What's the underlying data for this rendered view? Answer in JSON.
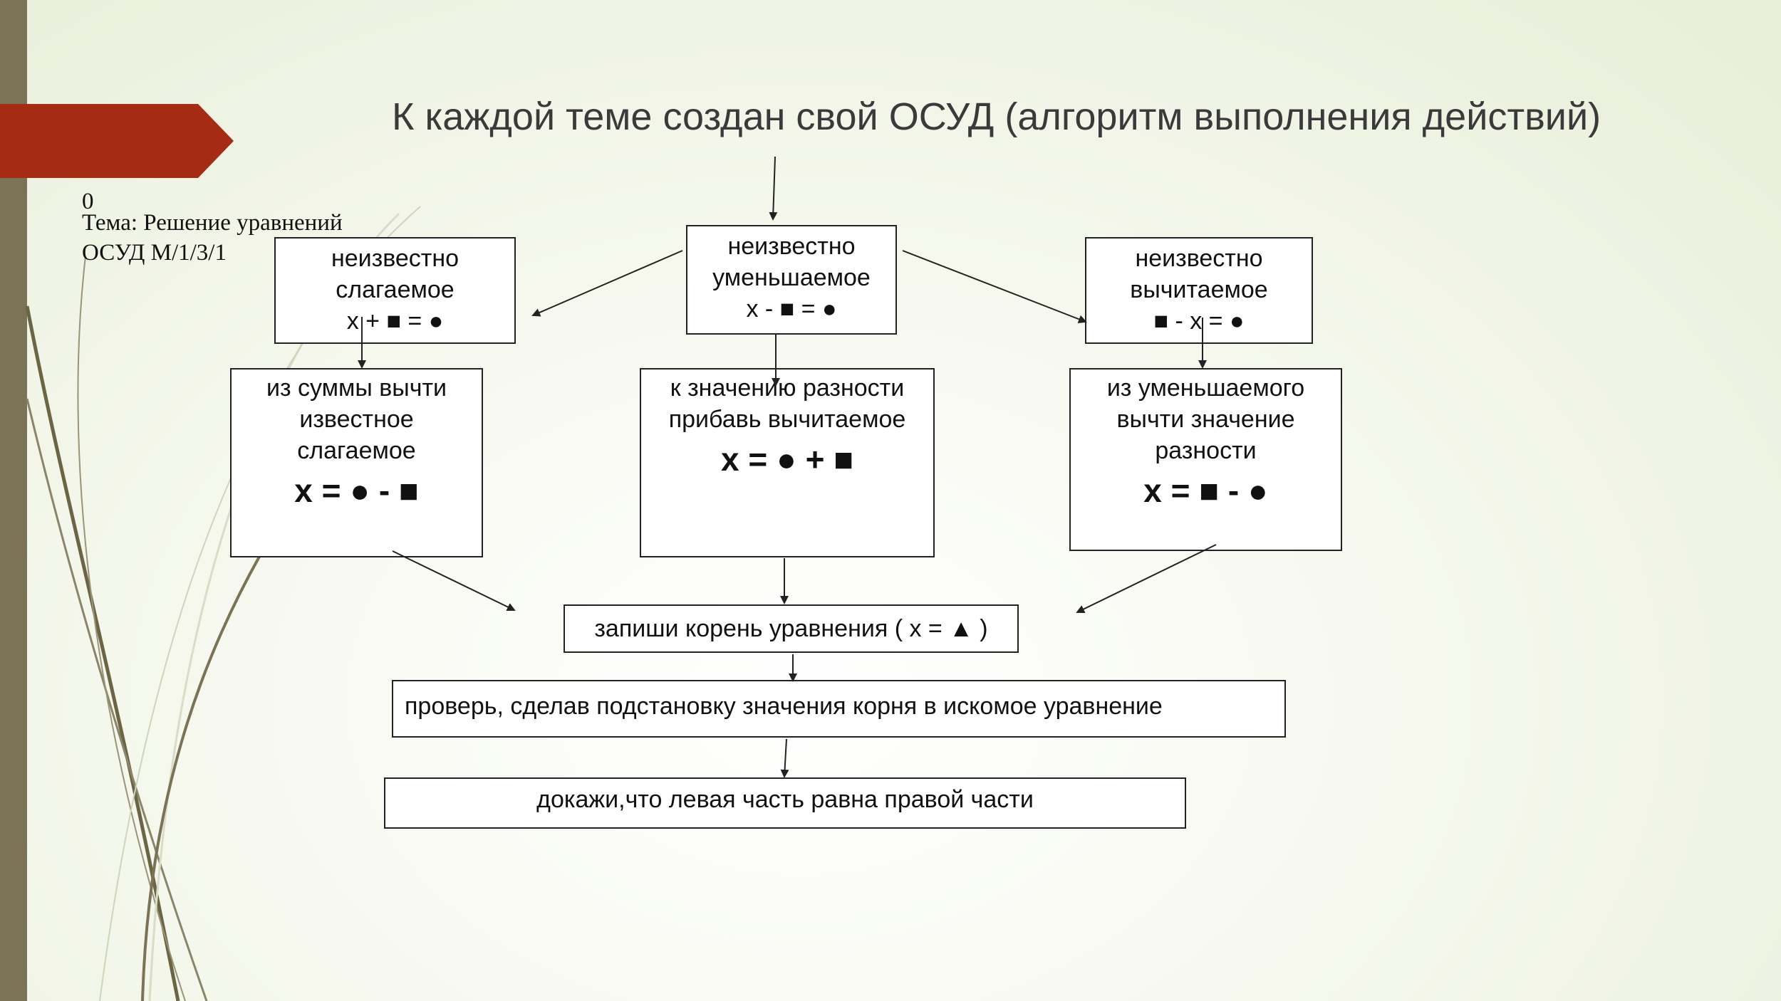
{
  "slide": {
    "title": "К каждой теме создан свой ОСУД (алгоритм выполнения действий)",
    "page_number": "0",
    "topic": "Тема: Решение уравнений",
    "code": "ОСУД М/1/3/1",
    "colors": {
      "sidebar": "#7a7356",
      "banner": "#a52c12",
      "stroke": "#222222"
    }
  },
  "diagram": {
    "box_left_top": {
      "line1": "неизвестно",
      "line2": "слагаемое",
      "formula": "х + ■ = ●"
    },
    "box_center_top": {
      "line1": "неизвестно",
      "line2": "уменьшаемое",
      "formula": "х - ■ = ●"
    },
    "box_right_top": {
      "line1": "неизвестно",
      "line2": "вычитаемое",
      "formula": "■ - х = ●"
    },
    "box_left_mid": {
      "line1": "из суммы вычти",
      "line2": "известное",
      "line3": "слагаемое",
      "formula": "х = ● - ■"
    },
    "box_center_mid": {
      "line1": "к значению разности",
      "line2": "прибавь вычитаемое",
      "formula": "х = ● + ■"
    },
    "box_right_mid": {
      "line1": "из уменьшаемого",
      "line2": "вычти значение",
      "line3": "разности",
      "formula": "х = ■ - ●"
    },
    "step_root": "запиши корень уравнения ( х = ▲ )",
    "step_check": "проверь, сделав подстановку значения корня в искомое уравнение",
    "step_prove": "докажи,что левая часть равна правой части"
  }
}
